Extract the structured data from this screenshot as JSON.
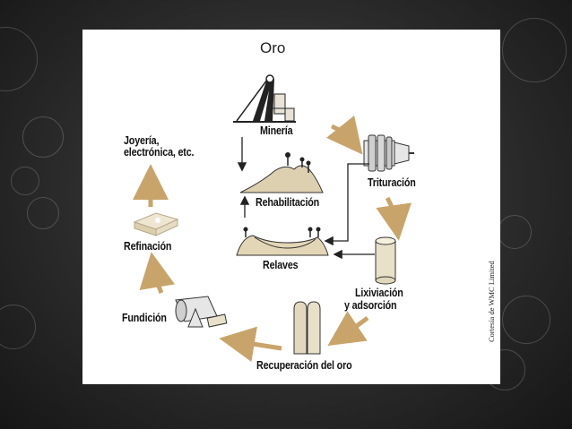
{
  "title": "Oro",
  "credit": "Cortesía de WMC Limited",
  "stages": {
    "mineria": "Minería",
    "trituracion": "Trituración",
    "lixiviacion_1": "Lixiviación",
    "lixiviacion_2": "y adsorción",
    "recuperacion": "Recuperación del oro",
    "fundicion": "Fundición",
    "refinacion": "Refinación",
    "joyeria_1": "Joyería,",
    "joyeria_2": "electrónica, etc.",
    "rehabilitacion": "Rehabilitación",
    "relaves": "Relaves"
  },
  "colors": {
    "arrow": "#c9a46a",
    "stroke": "#333333",
    "ground": "#d8c9a8",
    "metal": "#d9d9d9"
  },
  "icons": [
    "mine-headframe-icon",
    "crusher-icon",
    "leach-tank-icon",
    "recovery-columns-icon",
    "furnace-icon",
    "gold-bar-icon",
    "rehab-land-icon",
    "tailings-pond-icon"
  ]
}
